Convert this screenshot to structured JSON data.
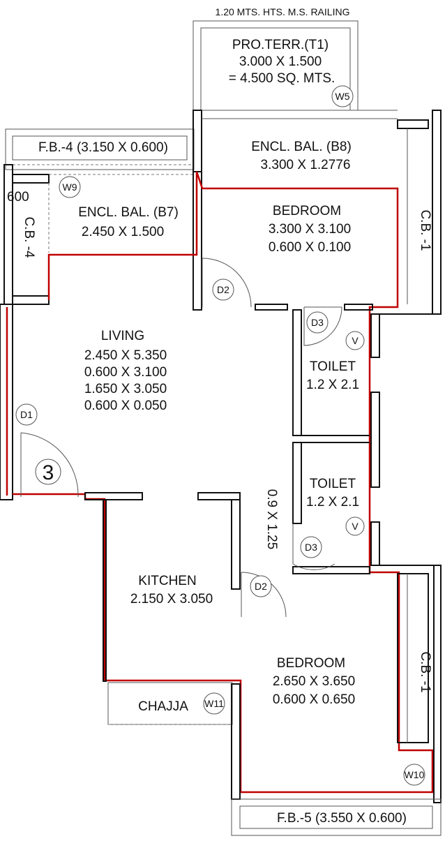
{
  "top_note": "1.20 MTS. HTS. M.S. RAILING",
  "pro_terrace": {
    "title": "PRO.TERR.(T1)",
    "dims": "3.000 X 1.500",
    "area": "= 4.500 SQ. MTS.",
    "window": "W5"
  },
  "fb4": "F.B.-4 (3.150 X 0.600)",
  "encl_bal_b8": {
    "title": "ENCL. BAL. (B8)",
    "dims": "3.300 X 1.2776"
  },
  "encl_bal_b7": {
    "title": "ENCL. BAL. (B7)",
    "dims": "2.450 X 1.500",
    "window": "W9"
  },
  "cb4": {
    "label": "C.B. -4",
    "dim": "600"
  },
  "bedroom1": {
    "title": "BEDROOM",
    "dims1": "3.300 X 3.100",
    "dims2": "0.600 X 0.100",
    "door": "D2"
  },
  "cb1_top": "C.B. -1",
  "living": {
    "title": "LIVING",
    "dims": [
      "2.450 X 5.350",
      "0.600 X 3.100",
      "1.650 X 3.050",
      "0.600 X 0.050"
    ],
    "door": "D1",
    "unit": "3"
  },
  "toilet1": {
    "title": "TOILET",
    "dims": "1.2 X 2.1",
    "door": "D3",
    "vent": "V"
  },
  "toilet2": {
    "title": "TOILET",
    "dims": "1.2 X 2.1",
    "door": "D3",
    "vent": "V"
  },
  "passage": "0.9 X 1.25",
  "kitchen": {
    "title": "KITCHEN",
    "dims": "2.150 X 3.050"
  },
  "chajja": {
    "title": "CHAJJA",
    "window": "W11"
  },
  "bedroom2": {
    "title": "BEDROOM",
    "dims1": "2.650 X 3.650",
    "dims2": "0.600 X 0.650",
    "door": "D2"
  },
  "cb1_bottom": "C.B. -1",
  "window_w10": "W10",
  "fb5": "F.B.-5 (3.550 X 0.600)"
}
